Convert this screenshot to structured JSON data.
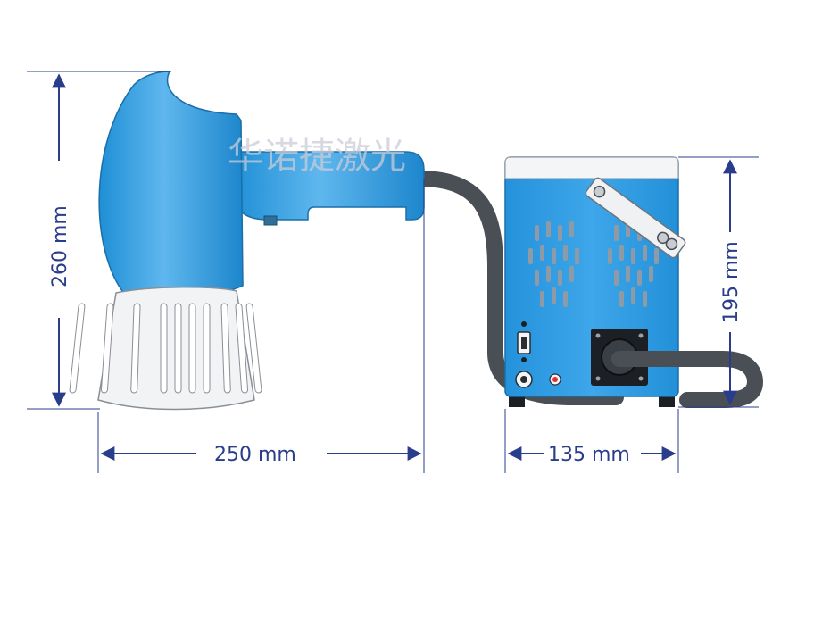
{
  "dimensions": {
    "height_gun": "260 mm",
    "width_gun": "250 mm",
    "width_box": "135 mm",
    "height_box": "195 mm"
  },
  "watermark": "华诺捷激光",
  "colors": {
    "device_blue": "#2d9be0",
    "dimension_navy": "#2a3c8c",
    "cable_gray": "#4a4f55",
    "grill_gray": "#f2f3f5"
  }
}
